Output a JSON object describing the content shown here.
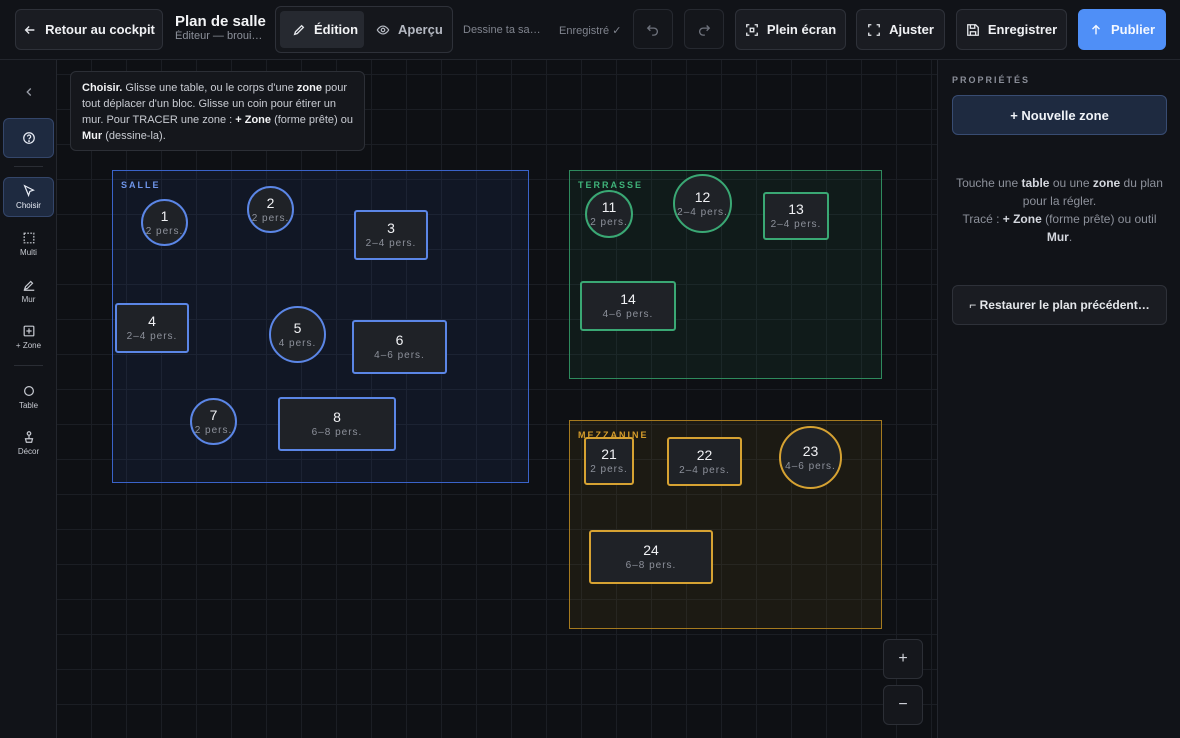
{
  "header": {
    "back_label": "Retour au cockpit",
    "title": "Plan de salle",
    "subtitle": "Éditeur — broui…",
    "mode_edit": "Édition",
    "mode_preview": "Aperçu",
    "hint": "Dessine ta sa…",
    "saved_status": "Enregistré ✓",
    "fullscreen_label": "Plein écran",
    "fit_label": "Ajuster",
    "save_label": "Enregistrer",
    "publish_label": "Publier"
  },
  "toolbar": {
    "select": "Choisir",
    "multi": "Multi",
    "wall": "Mur",
    "add_zone": "+ Zone",
    "table": "Table",
    "decor": "Décor"
  },
  "help": {
    "b1": "Choisir.",
    "t1": " Glisse une table, ou le corps d'une ",
    "b2": "zone",
    "t2": " pour tout déplacer d'un bloc. Glisse un coin pour étirer un mur. Pour TRACER une zone : ",
    "b3": "+ Zone",
    "t3": " (forme prête) ou ",
    "b4": "Mur",
    "t4": " (dessine-la)."
  },
  "zones": {
    "salle": "SALLE",
    "terrasse": "TERRASSE",
    "mezzanine": "MEZZANINE"
  },
  "tables": [
    {
      "n": "1",
      "c": "2 pers."
    },
    {
      "n": "2",
      "c": "2 pers."
    },
    {
      "n": "3",
      "c": "2–4 pers."
    },
    {
      "n": "4",
      "c": "2–4 pers."
    },
    {
      "n": "5",
      "c": "4 pers."
    },
    {
      "n": "6",
      "c": "4–6 pers."
    },
    {
      "n": "7",
      "c": "2 pers."
    },
    {
      "n": "8",
      "c": "6–8 pers."
    },
    {
      "n": "11",
      "c": "2 pers."
    },
    {
      "n": "12",
      "c": "2–4 pers."
    },
    {
      "n": "13",
      "c": "2–4 pers."
    },
    {
      "n": "14",
      "c": "4–6 pers."
    },
    {
      "n": "21",
      "c": "2 pers."
    },
    {
      "n": "22",
      "c": "2–4 pers."
    },
    {
      "n": "23",
      "c": "4–6 pers."
    },
    {
      "n": "24",
      "c": "6–8 pers."
    }
  ],
  "zoom": {
    "in": "+",
    "out": "−"
  },
  "panel": {
    "heading": "PROPRIÉTÉS",
    "new_zone": "+ Nouvelle zone",
    "i1": "Touche une ",
    "i2": "table",
    "i3": " ou une ",
    "i4": "zone",
    "i5": " du plan pour la régler.",
    "i6": "Tracé : ",
    "i7": "+ Zone",
    "i8": " (forme prête) ou outil ",
    "i9": "Mur",
    "i10": ".",
    "restore": "⌐ Restaurer le plan précédent…"
  },
  "colors": {
    "accent": "#4f8ff7",
    "salle": "#3a63c9",
    "terrasse": "#2e8a5d",
    "mezzanine": "#a57a1f"
  }
}
